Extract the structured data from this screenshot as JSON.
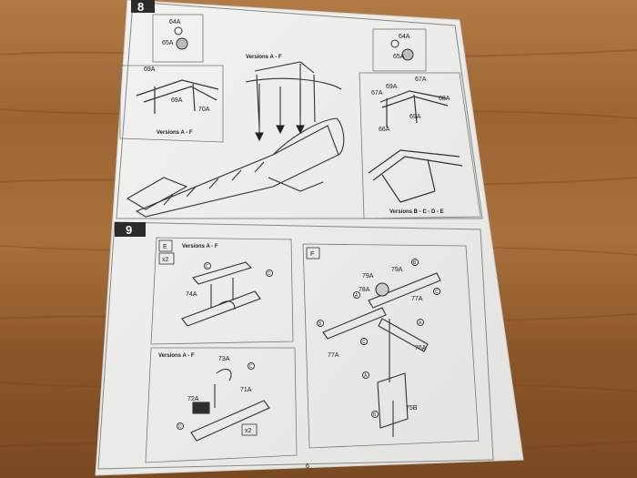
{
  "steps": [
    {
      "number": "8"
    },
    {
      "number": "9"
    }
  ],
  "step8": {
    "callout_left_versions": "Versions A - F",
    "callout_right_versions": "Versions B - C - D - E",
    "top_versions": "Versions A - F",
    "parts": {
      "p64a_l": "64A",
      "p65a_l": "65A",
      "p69a_l": "69A",
      "p69a_l2": "69A",
      "p70a": "70A",
      "p64a_r": "64A",
      "p65a_r": "65A",
      "p67a_1": "67A",
      "p69a_r1": "69A",
      "p67a_2": "67A",
      "p68a": "68A",
      "p66a": "66A",
      "p69a_r2": "69A"
    }
  },
  "step9": {
    "panel_e_label": "E",
    "panel_e_versions": "Versions A - F",
    "panel_e_qty": "x2",
    "panel_e_part": "74A",
    "sub_versions": "Versions A - F",
    "sub_parts": {
      "p73a": "73A",
      "p72a": "72A",
      "p71a": "71A"
    },
    "sub_qty": "x2",
    "panel_f_label": "F",
    "panel_f_parts": {
      "p79a_1": "79A",
      "p79a_2": "79A",
      "p78a": "78A",
      "p77a_1": "77A",
      "p77a_2": "77A",
      "p76a": "76A",
      "p75b": "75B"
    },
    "markers": {
      "a": "A",
      "b": "B",
      "c": "C",
      "d": "D"
    }
  },
  "page_number": "6"
}
